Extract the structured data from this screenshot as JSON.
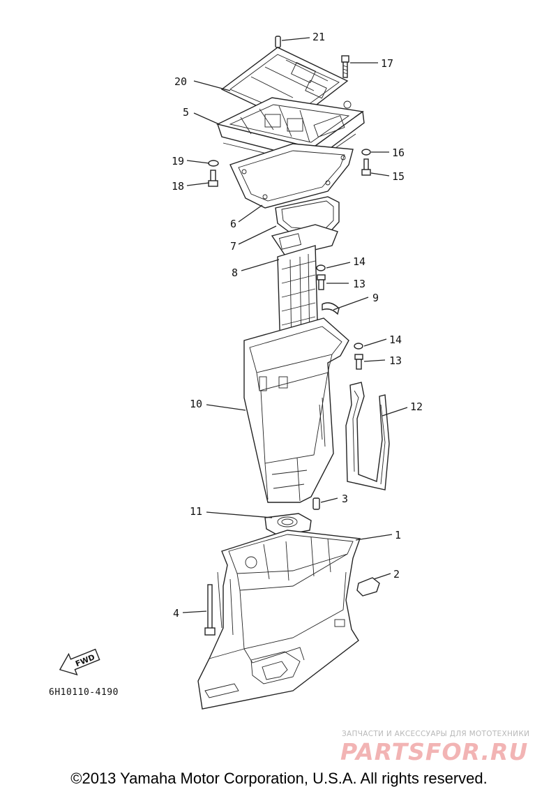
{
  "callouts": [
    {
      "id": "1",
      "label": "1"
    },
    {
      "id": "2",
      "label": "2"
    },
    {
      "id": "3",
      "label": "3"
    },
    {
      "id": "4",
      "label": "4"
    },
    {
      "id": "5",
      "label": "5"
    },
    {
      "id": "6",
      "label": "6"
    },
    {
      "id": "7",
      "label": "7"
    },
    {
      "id": "8",
      "label": "8"
    },
    {
      "id": "9",
      "label": "9"
    },
    {
      "id": "10",
      "label": "10"
    },
    {
      "id": "11",
      "label": "11"
    },
    {
      "id": "12",
      "label": "12"
    },
    {
      "id": "13a",
      "label": "13"
    },
    {
      "id": "13b",
      "label": "13"
    },
    {
      "id": "14a",
      "label": "14"
    },
    {
      "id": "14b",
      "label": "14"
    },
    {
      "id": "15",
      "label": "15"
    },
    {
      "id": "16",
      "label": "16"
    },
    {
      "id": "17",
      "label": "17"
    },
    {
      "id": "18",
      "label": "18"
    },
    {
      "id": "19",
      "label": "19"
    },
    {
      "id": "20",
      "label": "20"
    },
    {
      "id": "21",
      "label": "21"
    }
  ],
  "fwd_label": "FWD",
  "part_code": "6H10110-4190",
  "watermark": {
    "tagline": "ЗАПЧАСТИ И АКСЕССУАРЫ ДЛЯ МОТОТЕХНИКИ",
    "brand": "PARTSFOR.RU"
  },
  "copyright": "©2013 Yamaha Motor Corporation, U.S.A. All rights reserved."
}
